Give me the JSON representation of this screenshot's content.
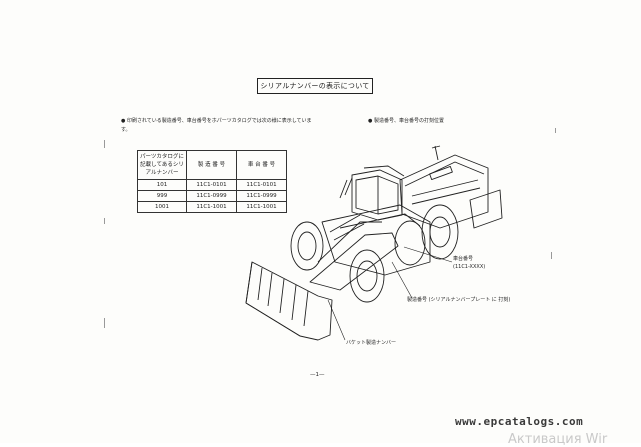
{
  "document": {
    "title": "シリアルナンバーの表示について",
    "note_left": "● 印刷されている製造番号、車台番号をホパーツカタログでは次の様に表示しています。",
    "note_right": "● 製造番号、車台番号の打刻位置",
    "table": {
      "headers": [
        "パーツカタログに記載してあるシリアルナンバー",
        "製 造 番 号",
        "車 台 番 号"
      ],
      "rows": [
        [
          "101",
          "11C1-0101",
          "11C1-0101"
        ],
        [
          "999",
          "11C1-0999",
          "11C1-0999"
        ],
        [
          "1001",
          "11C1-1001",
          "11C1-1001"
        ]
      ]
    },
    "callouts": {
      "chassis_label": "車台番号",
      "chassis_number": "(11C1-XXXX)",
      "serial_plate": "製造番号 (シリアルナンバープレート に 打刻)",
      "bucket_serial": "バケット製造ナンバー"
    },
    "page_number": "—1—"
  },
  "overlay": {
    "url": "www.epcatalogs.com",
    "watermark": "Активация Wir"
  }
}
